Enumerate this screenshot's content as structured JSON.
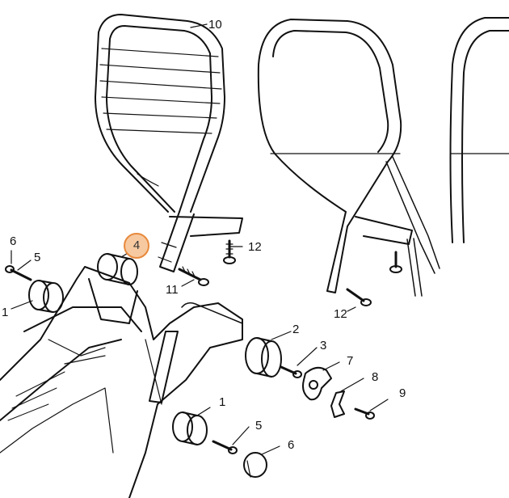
{
  "colors": {
    "line": "#111111",
    "highlight_fill": "#f7c9a0",
    "highlight_border": "#e8893c"
  },
  "callouts": {
    "c10": "10",
    "c12a": "12",
    "c11": "11",
    "c12b": "12",
    "c6a": "6",
    "c5a": "5",
    "c1a": "1",
    "c4": "4",
    "c2": "2",
    "c3": "3",
    "c7": "7",
    "c8": "8",
    "c9": "9",
    "c1b": "1",
    "c5b": "5",
    "c6b": "6"
  }
}
